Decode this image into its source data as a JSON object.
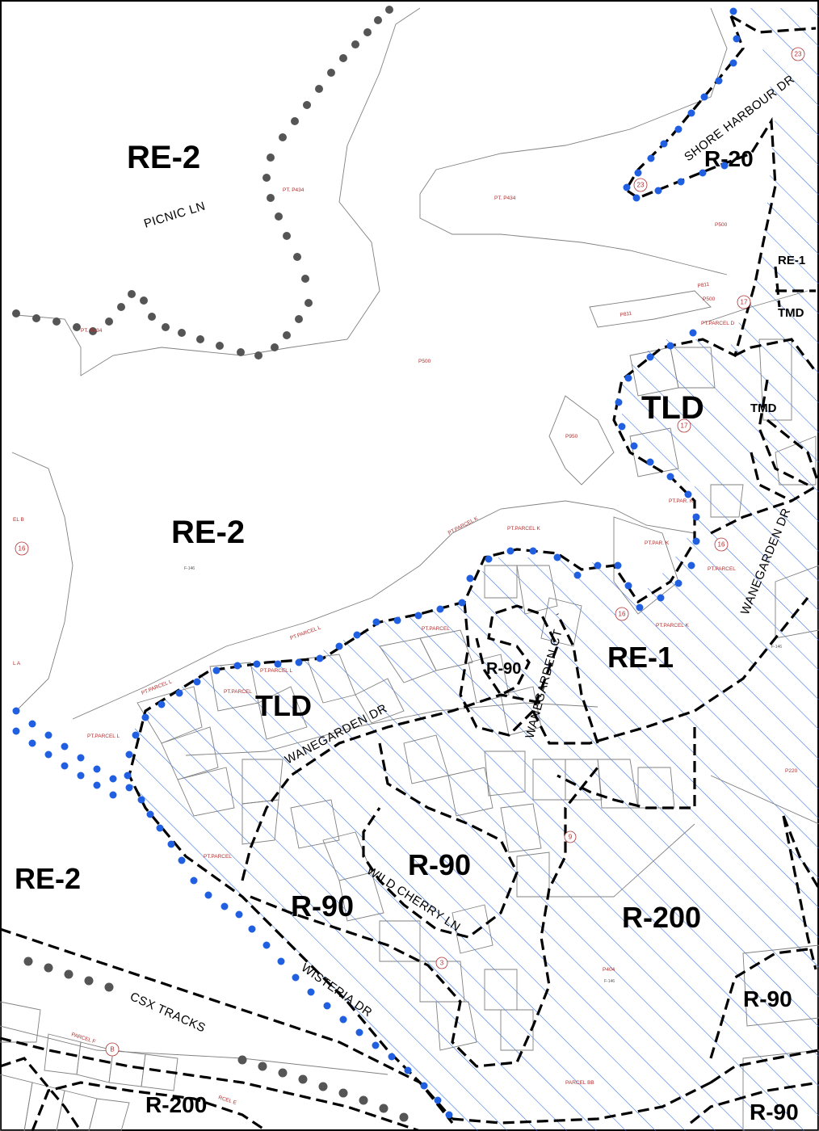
{
  "zones": {
    "re2_top": "RE-2",
    "re2_center": "RE-2",
    "re2_left": "RE-2",
    "r20": "R-20",
    "re1_right": "RE-1",
    "tmd_1": "TMD",
    "tmd_2": "TMD",
    "tld_top": "TLD",
    "tld_left": "TLD",
    "re1_center": "RE-1",
    "r90_ct": "R-90",
    "r90_loop": "R-90",
    "r90_left": "R-90",
    "r200_right": "R-200",
    "r200_bottom": "R-200",
    "r90_br1": "R-90",
    "r90_br2": "R-90"
  },
  "streets": {
    "picnic_ln": "PICNIC LN",
    "shore_harbour_dr": "SHORE HARBOUR DR",
    "wanegarden_dr_right": "WANEGARDEN DR",
    "wanegarden_ct": "WANEGARDEN CT",
    "wanegarden_dr_left": "WANEGARDEN DR",
    "wild_cherry_ln": "WILD CHERRY LN",
    "wisteria_dr": "WISTERIA DR",
    "csx_tracks": "CSX TRACKS"
  },
  "parcels": {
    "pt_p434_a": "PT. P434",
    "pt_p434_b": "PT. P434",
    "pt_p434_c": "PT. P434",
    "p500_a": "P500",
    "p500_b": "P500",
    "p500_c": "P500",
    "p811_a": "P811",
    "p811_b": "P811",
    "pt_parcel_d": "PT.PARCEL D",
    "p950": "P950",
    "parcel_b": "EL B",
    "f146_a": "F-146",
    "pt_parcel_k_a": "PT.PARCEL K",
    "pt_parcel_k_b": "PT.PARCEL K",
    "pt_par_k_a": "PT.PAR. K",
    "pt_par_k_b": "PT.PAR. K",
    "pt_parcel_a": "PT.PARCEL",
    "pt_parcel_k_c": "PT.PARCEL K",
    "f146_b": "F-146",
    "pt_parcel_l_a": "PT.PARCEL L",
    "pt_parcel_l_b": "PT.PARCEL L",
    "pt_parcel_l_c": "PT.PARCEL L",
    "pt_parcel_b": "PT.PARCEL",
    "pt_parcel_l_d": "PT.PARCEL L",
    "parcel_a": "L A",
    "p220": "P220",
    "p404": "P404",
    "f146_c": "F-146",
    "parcel_bb": "PARCEL BB",
    "parcel_f": "PARCEL F",
    "parcel_e": "RCEL E",
    "pt_parcel_c": "PT.PARCEL",
    "pt_parcel_e": "PT.PARCEL"
  },
  "circles": {
    "c23a": "23",
    "c23b": "23",
    "c17a": "17",
    "c17b": "17",
    "c16a": "16",
    "c16b": "16",
    "c16c": "16",
    "c9": "9",
    "c3": "3",
    "cB": "B"
  },
  "colors": {
    "hatch": "#2f6fe6",
    "blue_dots": "#1f5fe0",
    "gray_dots": "#555555",
    "zone_boundary": "#000000",
    "lot_lines": "#808080",
    "parcel_text": "#b03030"
  }
}
